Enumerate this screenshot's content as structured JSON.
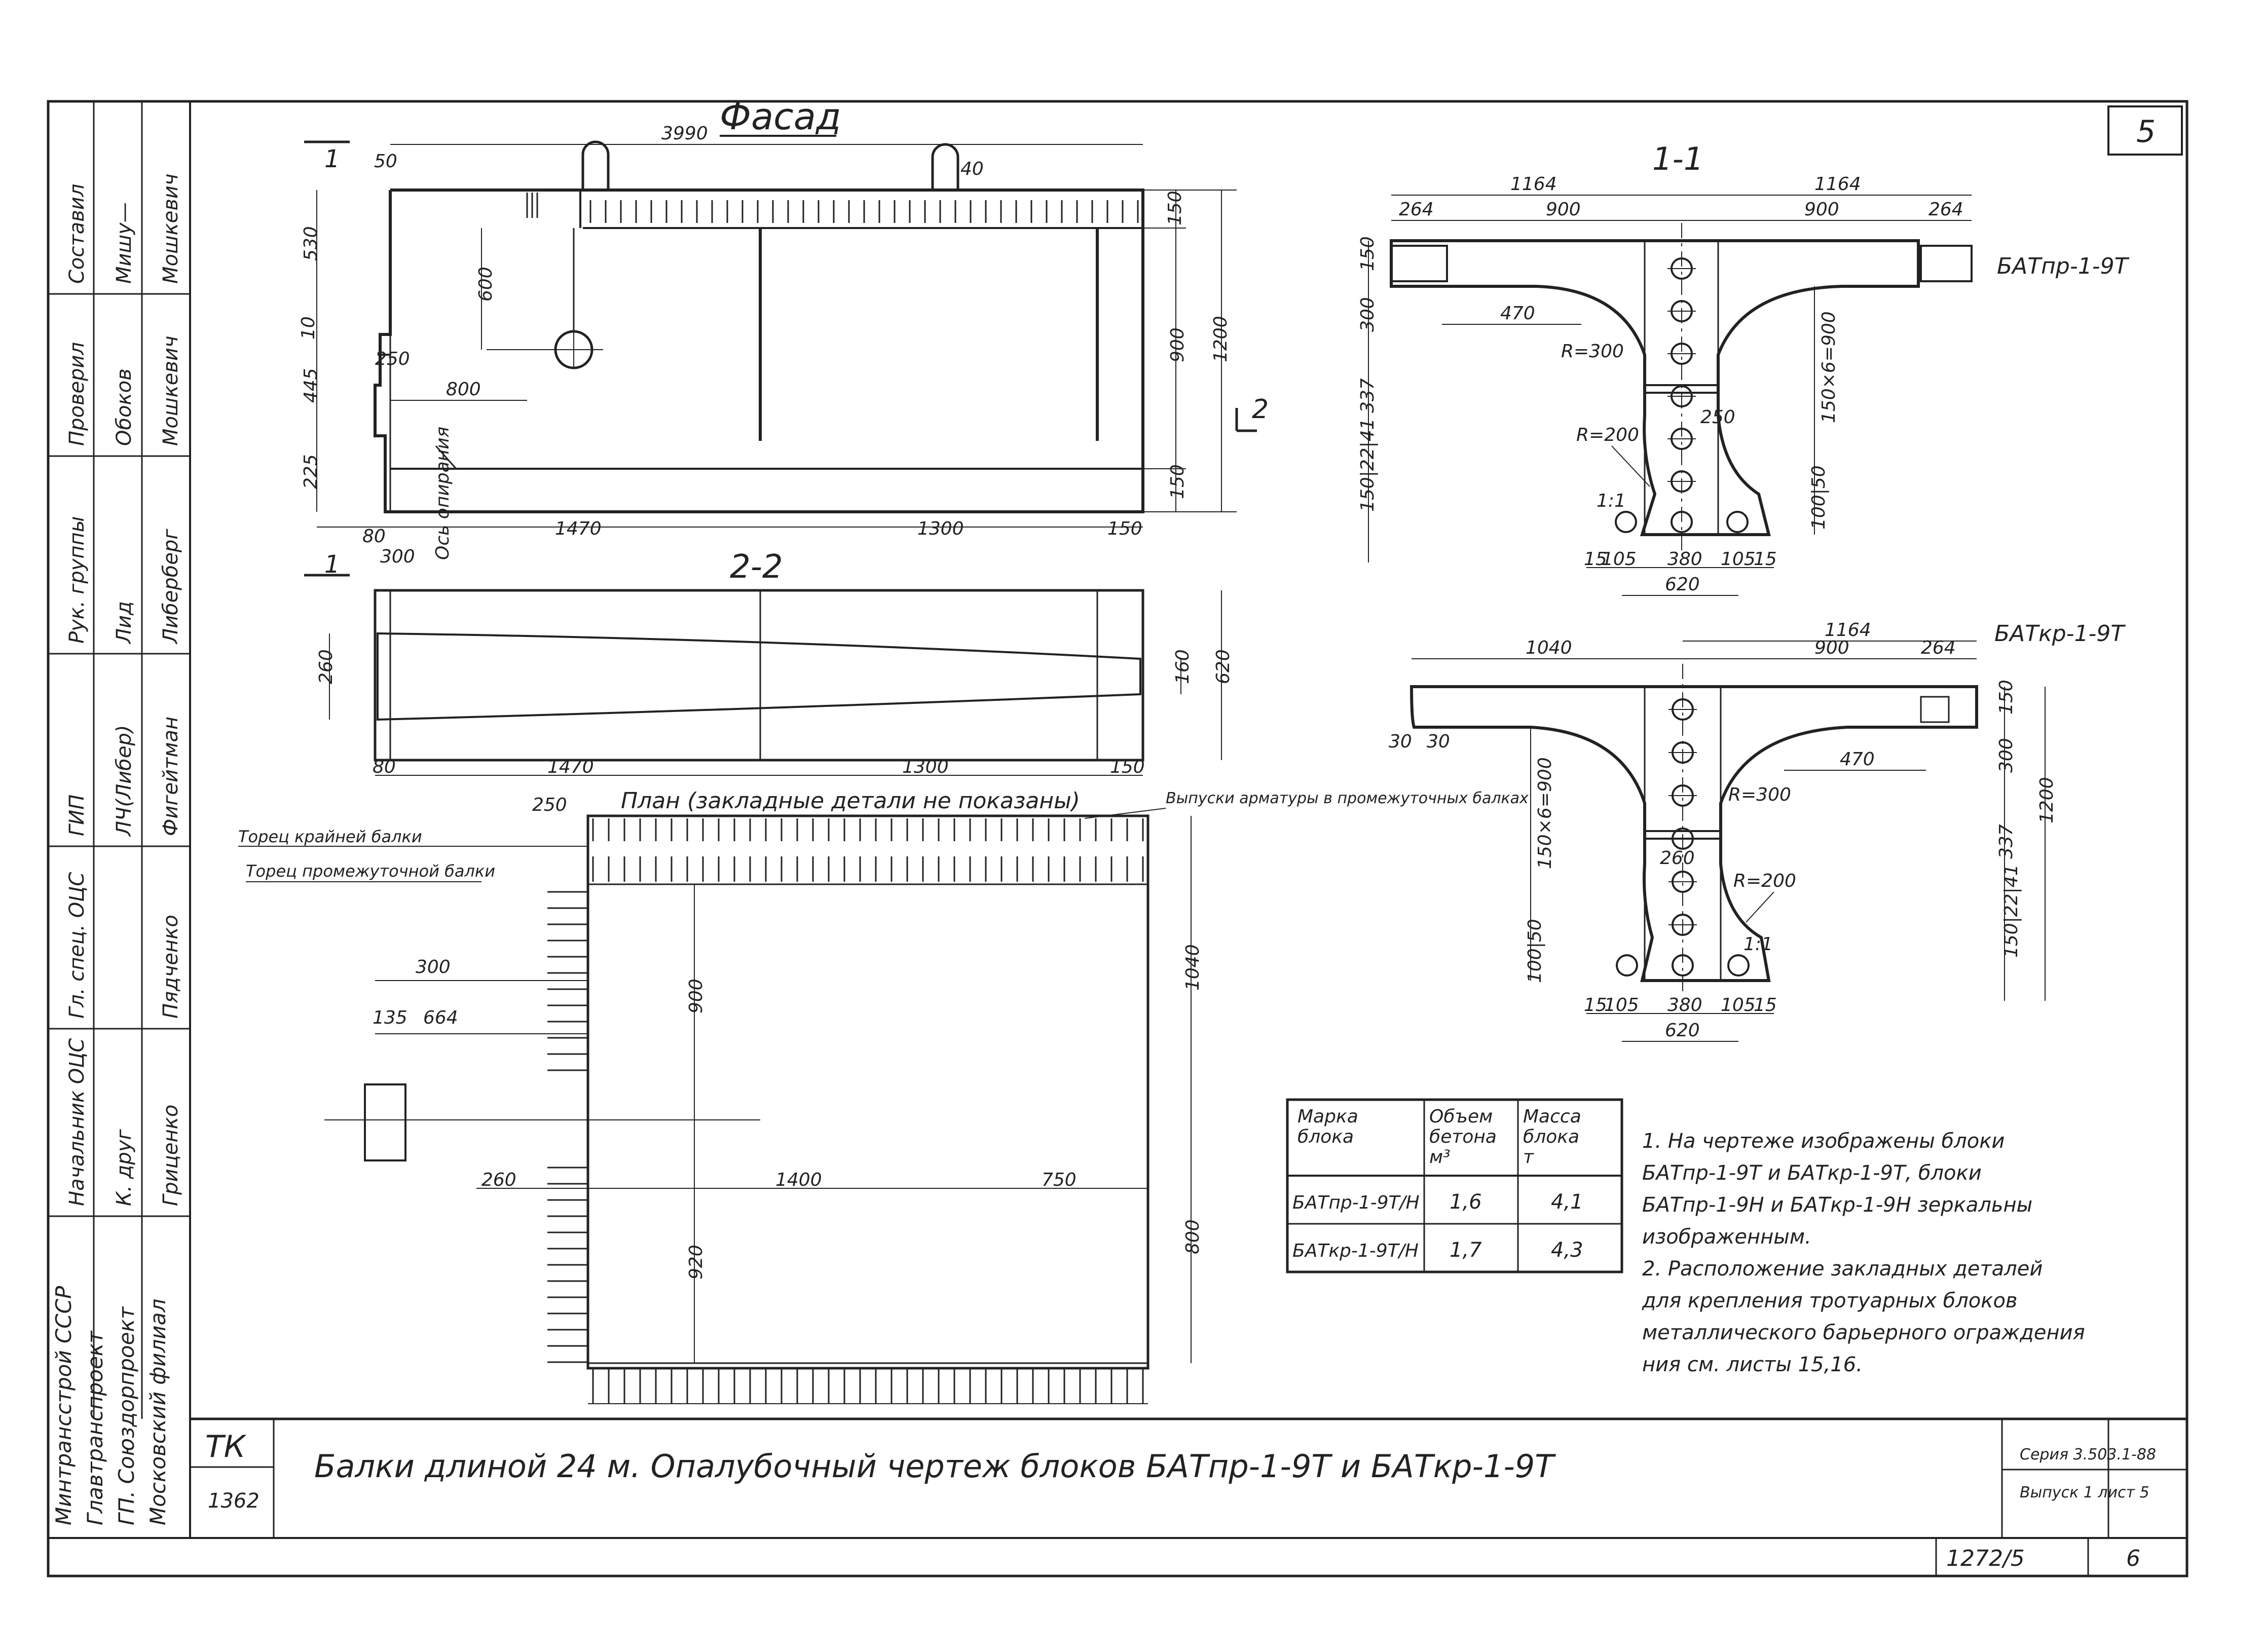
{
  "sheet": {
    "number": "5",
    "footer_code": "1272/5",
    "footer_page": "6"
  },
  "side_stamp": {
    "rows": [
      {
        "role": "Составил",
        "sign": "Мишу—",
        "name": "Мошкевич"
      },
      {
        "role": "Проверил",
        "sign": "Обоков",
        "name": "Мошкевич"
      },
      {
        "role": "Рук. группы",
        "sign": "Лид",
        "name": "Либерберг"
      },
      {
        "role": "ГИП",
        "sign": "ЛЧ(Либер)",
        "name": "Фигейтман"
      },
      {
        "role": "Гл. спец. ОЦС",
        "sign": "",
        "name": "Пядченко"
      },
      {
        "role": "Начальник ОЦС",
        "sign": "К. друг",
        "name": "Гриценко"
      }
    ],
    "org_lines": [
      "Минтрансстрой СССР",
      "Главтранспроект",
      "ГП. Союздорпроект",
      "Московский филиал"
    ]
  },
  "views": {
    "facade": {
      "title": "Фасад",
      "dims": {
        "top_total": "3990",
        "left_50": "50",
        "top_right": "150",
        "right_900": "900",
        "right_1200": "1200",
        "bottom_150": "150",
        "hole_600": "600",
        "off_800": "800",
        "left_530": "530",
        "left_10": "10",
        "left_445": "445",
        "left_225": "225",
        "b_80": "80",
        "b_300": "300",
        "b_pos": "Ось опирания",
        "b_1470": "1470",
        "b_1300": "1300",
        "b_150": "150",
        "lift_40": "40",
        "half_250": "250"
      },
      "cut_1": "1",
      "cut_2": "2"
    },
    "section_22": {
      "title": "2-2",
      "dims": {
        "left_260": "260",
        "right_160": "160",
        "right_620": "620",
        "b_80": "80",
        "b_1470": "1470",
        "b_1300": "1300",
        "b_150": "150"
      }
    },
    "plan": {
      "title": "План (закладные детали не показаны)",
      "callout": "Выпуски арматуры в промежуточных балках",
      "labels": [
        "Торец крайней балки",
        "Торец промежуточной балки"
      ],
      "dims": {
        "d_250": "250",
        "d_300": "300",
        "d_135": "135",
        "d_664": "664",
        "d_900": "900",
        "d_1040": "1040",
        "d_260": "260",
        "d_1400": "1400",
        "d_750": "750",
        "d_920": "920",
        "d_800": "800"
      }
    },
    "section_11_top": {
      "title": "1-1",
      "block": "БАТпр-1-9Т",
      "dims": {
        "top_1164a": "1164",
        "top_1164b": "1164",
        "top_264a": "264",
        "top_900a": "900",
        "top_900b": "900",
        "top_264b": "264",
        "l_150": "150",
        "l_300": "300",
        "l_337": "337",
        "l_150_22_41": "150|22|41",
        "d_470": "470",
        "r_300": "R=300",
        "r_200": "R=200",
        "d_250": "250",
        "r_150x6": "150×6=900",
        "b_100_50": "100|50",
        "b_15a": "15",
        "b_105a": "105",
        "b_380": "380",
        "b_105b": "105",
        "b_15b": "15",
        "b_620": "620",
        "slope": "1:1"
      }
    },
    "section_11_bottom": {
      "block": "БАТкр-1-9Т",
      "dims": {
        "top_1040": "1040",
        "top_1164": "1164",
        "top_900": "900",
        "top_264": "264",
        "l_30a": "30",
        "l_30b": "30",
        "l_150x6": "150×6=900",
        "l_100_50": "100|50",
        "r_150": "150",
        "r_300": "300",
        "r_337": "337",
        "r_150_22_41": "150|22|41",
        "r_1200": "1200",
        "d_470": "470",
        "r300": "R=300",
        "r200": "R=200",
        "d_260": "260",
        "b_15a": "15",
        "b_105a": "105",
        "b_380": "380",
        "b_105b": "105",
        "b_15b": "15",
        "b_620": "620",
        "slope": "1:1"
      }
    }
  },
  "spec_table": {
    "headers": [
      "Марка блока",
      "Объем бетона м³",
      "Масса блока т"
    ],
    "rows": [
      {
        "mark": "БАТпр-1-9Т/Н",
        "volume": "1,6",
        "mass": "4,1"
      },
      {
        "mark": "БАТкр-1-9Т/Н",
        "volume": "1,7",
        "mass": "4,3"
      }
    ]
  },
  "notes": [
    "1. На чертеже изображены блоки",
    "БАТпр-1-9Т и БАТкр-1-9Т, блоки",
    "БАТпр-1-9Н и БАТкр-1-9Н зеркальны",
    "изображенным.",
    "2. Расположение закладных деталей",
    "для крепления тротуарных блоков",
    "металлического барьерного ограждения",
    "ния см. листы 15,16."
  ],
  "title_block": {
    "code": "ТК",
    "num": "1362",
    "title": "Балки длиной 24 м. Опалубочный чертеж блоков БАТпр-1-9Т и БАТкр-1-9Т",
    "series": "Серия 3.503.1-88",
    "issue": "Выпуск 1 лист 5"
  }
}
